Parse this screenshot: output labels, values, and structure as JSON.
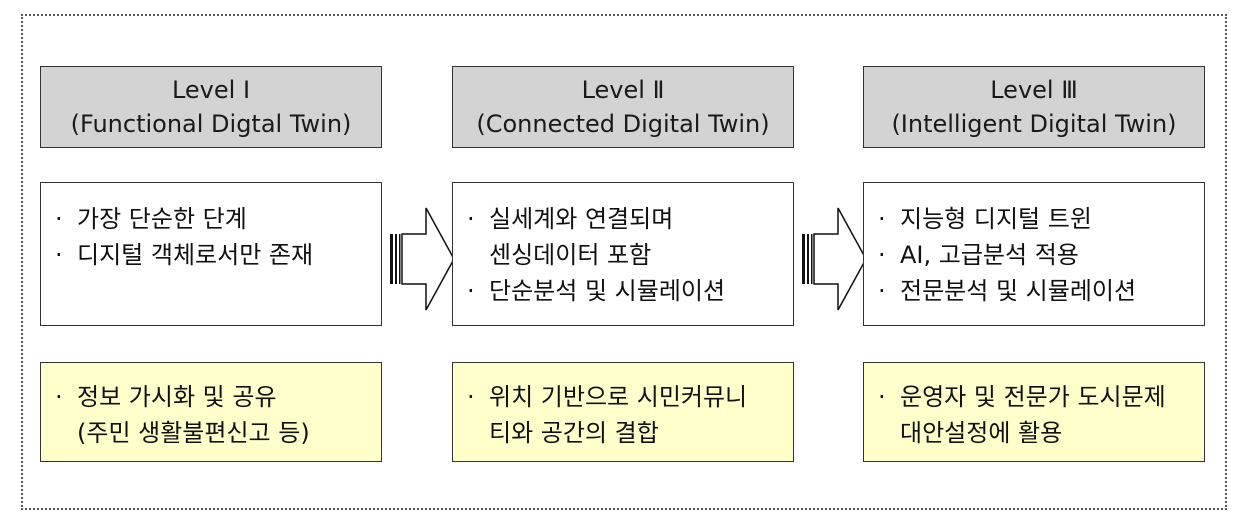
{
  "levels": [
    {
      "title": "Level Ⅰ",
      "subtitle": "(Functional Digtal Twin)",
      "desc": [
        "가장 단순한 단계",
        "디지털 객체로서만 존재"
      ],
      "note": [
        "정보 가시화 및 공유",
        "(주민 생활불편신고 등)"
      ]
    },
    {
      "title": "Level Ⅱ",
      "subtitle": "(Connected Digital Twin)",
      "desc": [
        "실세계와 연결되며",
        "센싱데이터 포함",
        "단순분석 및 시뮬레이션"
      ],
      "note": [
        "위치 기반으로 시민커뮤니",
        "티와 공간의 결합"
      ]
    },
    {
      "title": "Level Ⅲ",
      "subtitle": "(Intelligent Digital Twin)",
      "desc": [
        "지능형 디지털 트윈",
        "AI, 고급분석 적용",
        "전문분석 및 시뮬레이션"
      ],
      "note": [
        "운영자 및 전문가 도시문제",
        "대안설정에 활용"
      ]
    }
  ]
}
